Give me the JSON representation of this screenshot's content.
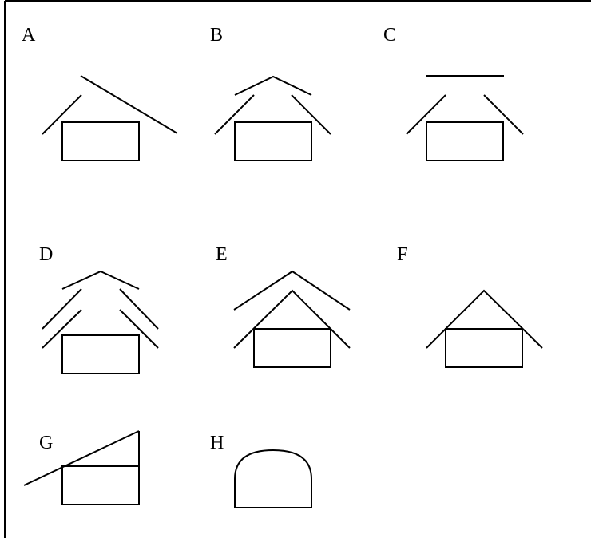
{
  "figure": {
    "labels": {
      "a": "A",
      "b": "B",
      "c": "C",
      "d": "D",
      "e": "E",
      "f": "F",
      "g": "G",
      "h": "H"
    }
  },
  "colors": {
    "background": "#ffffff",
    "stroke": "#000000"
  }
}
